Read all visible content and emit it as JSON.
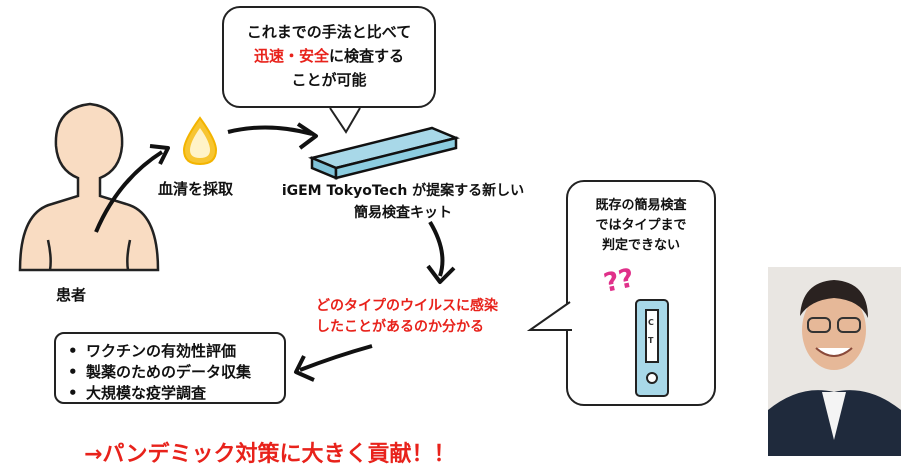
{
  "speech_bubble": {
    "line1": "これまでの手法と比べて",
    "highlight": "迅速・安全",
    "line2_rest": "に検査する",
    "line3": "ことが可能"
  },
  "blood_label": "血清を採取",
  "patient_label": "患者",
  "kit_label": {
    "line1": "iGEM TokyoTech が提案する新しい",
    "line2": "簡易検査キット"
  },
  "result_text": {
    "line1": "どのタイプのウイルスに感染",
    "line2": "したことがあるのか分かる"
  },
  "uses": [
    "ワクチンの有効性評価",
    "製薬のためのデータ収集",
    "大規模な疫学調査"
  ],
  "existing_bubble": {
    "line1": "既存の簡易検査",
    "line2": "ではタイプまで",
    "line3": "判定できない"
  },
  "test_strip": {
    "c_label": "C",
    "t_label": "T",
    "question_marks": "??"
  },
  "conclusion": "→パンデミック対策に大きく貢献！！",
  "colors": {
    "accent_red": "#e8221b",
    "strip_blue": "#a8d8e8",
    "drop_yellow": "#f7c531"
  }
}
